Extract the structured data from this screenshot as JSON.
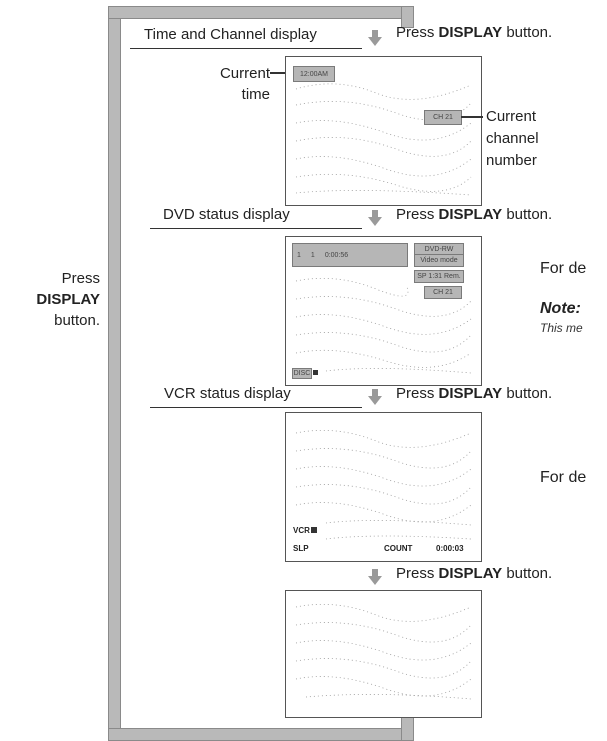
{
  "sections": {
    "time_channel": {
      "label": "Time and Channel display"
    },
    "dvd_status": {
      "label": "DVD status display"
    },
    "vcr_status": {
      "label": "VCR status display"
    }
  },
  "press": {
    "prefix": "Press ",
    "button": "DISPLAY",
    "suffix": " button."
  },
  "side_press": {
    "line1": "Press",
    "line2": "DISPLAY",
    "line3": "button."
  },
  "callouts": {
    "current_time": [
      "Current",
      "time"
    ],
    "current_channel": [
      "Current",
      "channel",
      "number"
    ]
  },
  "screen1": {
    "time": "12:00AM",
    "channel": "CH 21"
  },
  "screen2": {
    "top_left_nums": [
      "1",
      "1",
      "0:00:56"
    ],
    "badges": [
      "DVD-RW",
      "Video mode",
      "SP 1:31 Rem.",
      "CH 21"
    ],
    "bottom_label": "DISC"
  },
  "screen3": {
    "label": "VCR",
    "speed": "SLP",
    "counter_label": "COUNT",
    "counter": "0:00:03"
  },
  "right_text": {
    "for_de_1": "For de",
    "note": "Note:",
    "note_sub": "This me",
    "for_de_2": "For de"
  },
  "colors": {
    "loop_bar": "#b9b9b9",
    "osd": "#b6b6b6",
    "arrow": "#9a9a9a"
  }
}
